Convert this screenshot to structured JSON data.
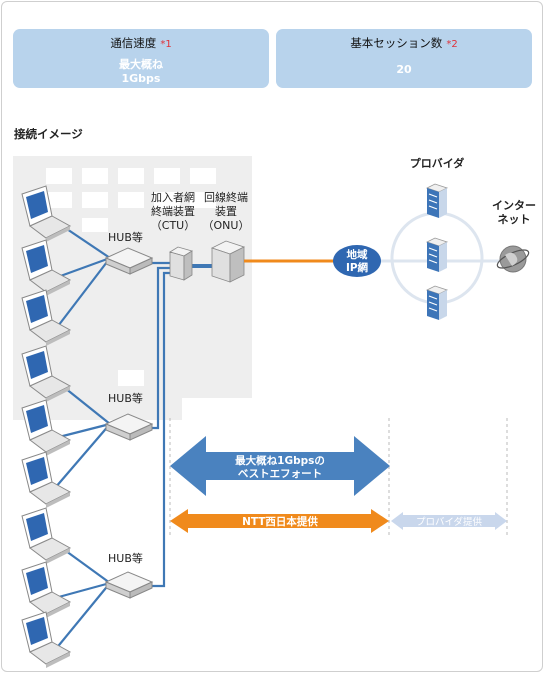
{
  "stats": {
    "speed": {
      "label": "通信速度",
      "note": "*1",
      "value_line1": "最大概ね",
      "value_line2": "1Gbps"
    },
    "sessions": {
      "label": "基本セッション数",
      "note": "*2",
      "value": "20"
    }
  },
  "diagram": {
    "section_title": "接続イメージ",
    "hub_label": "HUB等",
    "ctu_label": [
      "加入者網",
      "終端装置",
      "（CTU）"
    ],
    "onu_label": [
      "回線終端",
      "装置",
      "（ONU）"
    ],
    "ip_network": [
      "地域",
      "IP網"
    ],
    "provider_label": "プロバイダ",
    "internet_label": [
      "インター",
      "ネット"
    ],
    "best_effort": [
      "最大概ね1Gbpsの",
      "ベストエフォート"
    ],
    "ntt_provided": "NTT西日本提供",
    "provider_provided": "プロバイダ提供"
  },
  "colors": {
    "blue_line": "#3f78b5",
    "orange_line": "#f08a1c",
    "arrow_blue": "#4a82bf",
    "arrow_orange": "#f08a1c",
    "arrow_light": "#c9d7ec",
    "panel": "#b8d3ec"
  }
}
